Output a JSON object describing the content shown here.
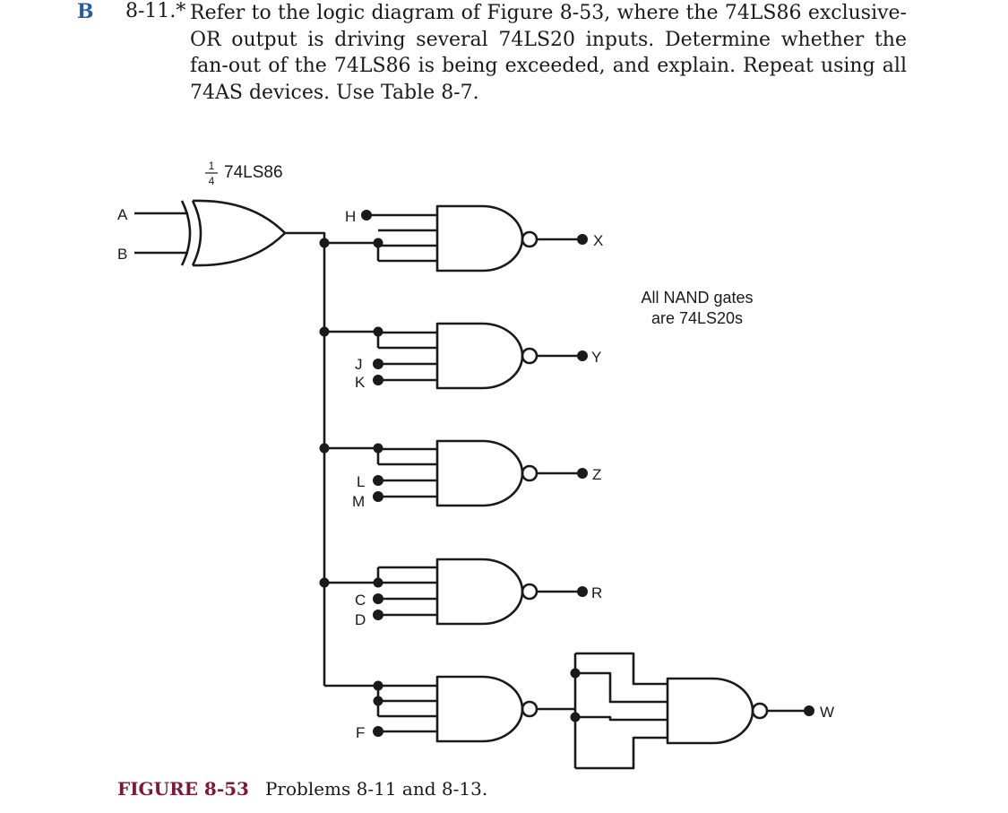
{
  "problem": {
    "letter": "B",
    "number": "8-11.*",
    "text": "Refer to the logic diagram of Figure 8-53, where the 74LS86 exclusive-OR output is driving several 74LS20 inputs. Determine whether the fan-out of the 74LS86 is being exceeded, and explain. Repeat using all 74AS devices. Use Table 8-7."
  },
  "diagram": {
    "xor_fraction_num": "1",
    "xor_fraction_den": "4",
    "xor_label": "74LS86",
    "inputs": {
      "a": "A",
      "b": "B"
    },
    "gate_inputs": {
      "h": "H",
      "j": "J",
      "k": "K",
      "l": "L",
      "m": "M",
      "c": "C",
      "d": "D",
      "f": "F"
    },
    "outputs": {
      "x": "X",
      "y": "Y",
      "z": "Z",
      "r": "R",
      "w": "W"
    },
    "note_line1": "All NAND gates",
    "note_line2": "are 74LS20s"
  },
  "caption": {
    "label": "FIGURE 8-53",
    "text": "Problems 8-11 and 8-13."
  }
}
